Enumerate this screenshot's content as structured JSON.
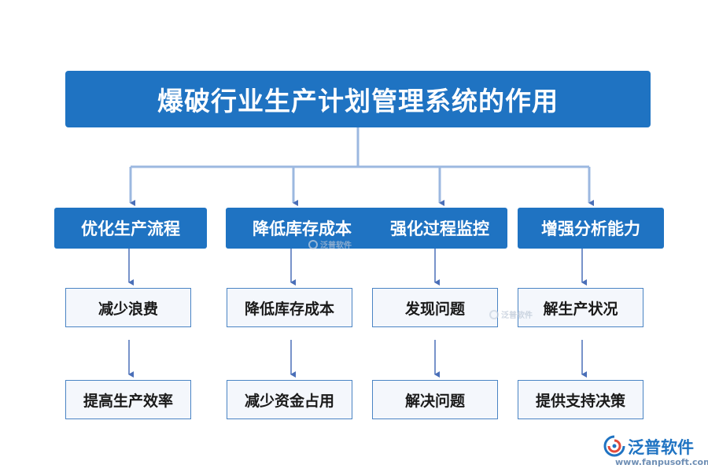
{
  "title": "爆破行业生产计划管理系统的作用",
  "categories": [
    {
      "label": "优化生产流程",
      "items": [
        "减少浪费",
        "提高生产效率"
      ]
    },
    {
      "label": "降低库存成本",
      "items": [
        "降低库存成本",
        "减少资金占用"
      ]
    },
    {
      "label": "强化过程监控",
      "items": [
        "发现问题",
        "解决问题"
      ]
    },
    {
      "label": "增强分析能力",
      "items": [
        "解生产状况",
        "提供支持决策"
      ]
    }
  ],
  "watermarks": [
    "泛普软件",
    "泛普软件"
  ],
  "brand": {
    "name": "泛普软件",
    "url": "www.fanpusoft.com"
  },
  "colors": {
    "primary": "#1f73c2",
    "connector": "#9cb8e0",
    "arrow": "#4a6fb8"
  }
}
